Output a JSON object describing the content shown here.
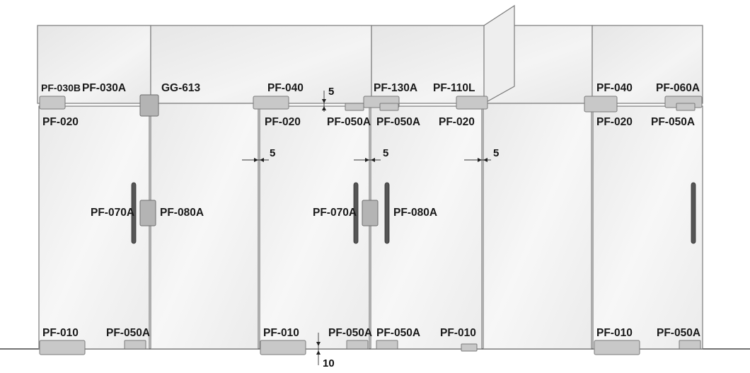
{
  "labels": {
    "pf030b": "PF-030B",
    "pf030a": "PF-030A",
    "gg613": "GG-613",
    "pf040_left": "PF-040",
    "pf130a": "PF-130A",
    "pf110l": "PF-110L",
    "pf040_right": "PF-040",
    "pf060a": "PF-060A",
    "pf020_1": "PF-020",
    "pf020_2": "PF-020",
    "pf050a_top1": "PF-050A",
    "pf050a_top2": "PF-050A",
    "pf020_3": "PF-020",
    "pf020_4": "PF-020",
    "pf050a_top3": "PF-050A",
    "pf070a_1": "PF-070A",
    "pf080a_1": "PF-080A",
    "pf070a_2": "PF-070A",
    "pf080a_2": "PF-080A",
    "pf010_1": "PF-010",
    "pf050a_bot1": "PF-050A",
    "pf010_2": "PF-010",
    "pf050a_bot2": "PF-050A",
    "pf050a_bot3": "PF-050A",
    "pf010_3": "PF-010",
    "pf010_4": "PF-010",
    "pf050a_bot4": "PF-050A"
  },
  "dimensions": {
    "gap_top": "5",
    "gap_side_1": "5",
    "gap_side_2": "5",
    "gap_side_3": "5",
    "gap_floor": "10"
  },
  "colors": {
    "glass": "#f0f0f0",
    "fitting": "#c8c8c8",
    "outline": "#7a7a7a"
  }
}
